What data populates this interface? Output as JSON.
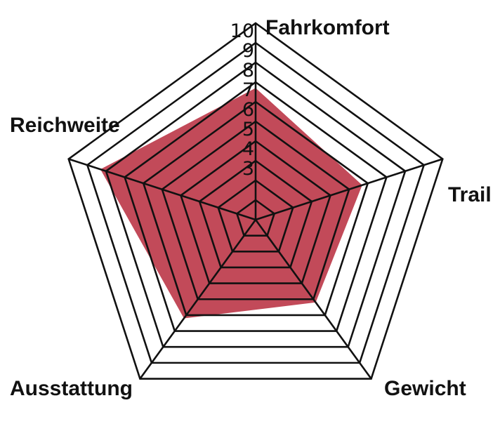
{
  "chart_data": {
    "type": "radar",
    "title": "",
    "axes": [
      "Fahrkomfort",
      "Trail",
      "Gewicht",
      "Ausstattung",
      "Reichweite"
    ],
    "scale": {
      "min": 1,
      "max": 10,
      "rings": [
        1,
        2,
        3,
        4,
        5,
        6,
        7,
        8,
        9,
        10
      ]
    },
    "tick_labels": [
      "3",
      "4",
      "5",
      "6",
      "7",
      "8",
      "9",
      "10"
    ],
    "series": [
      {
        "values": [
          6.7,
          5.7,
          5.2,
          6.2,
          8.3
        ]
      }
    ],
    "colors": {
      "fill": "#c24a59",
      "grid": "#111111",
      "text": "#111111"
    },
    "grid": true,
    "legend": "none"
  }
}
